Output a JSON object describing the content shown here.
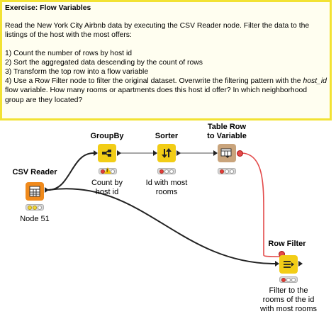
{
  "annotation": {
    "title": "Exercise: Flow Variables",
    "intro_lines": [
      "Read the New York City Airbnb data by executing the CSV Reader node. Filter the data to the listings of the host with the most offers:"
    ],
    "steps": [
      "1) Count the number of rows by host id",
      "2) Sort the aggregated data descending by the count of rows",
      "3) Transform the top row into a flow variable"
    ],
    "step4_before": "4) Use a Row Filter node to filter the original dataset. Overwrite the filtering pattern with the ",
    "step4_italic": "host_id",
    "step4_after": " flow variable. How many rooms or apartments does this host id offer? In which neighborhood group are they located?",
    "border_color": "#f2e233"
  },
  "nodes": {
    "csv_reader": {
      "title": "CSV Reader",
      "description": "Node 51",
      "icon": "table-grid-icon",
      "color": "#f08a1c",
      "status": [
        "yellow",
        "yellow",
        "white"
      ]
    },
    "groupby": {
      "title": "GroupBy",
      "description_lines": [
        "Count by",
        "host id"
      ],
      "icon": "groupby-icon",
      "color": "#f2cd16",
      "status": [
        "red",
        "white",
        "white"
      ],
      "warning": true
    },
    "sorter": {
      "title": "Sorter",
      "description_lines": [
        "Id with most",
        "rooms"
      ],
      "icon": "sort-arrows-icon",
      "color": "#f2cd16",
      "status": [
        "red",
        "white",
        "white"
      ]
    },
    "table_row_to_variable": {
      "title_lines": [
        "Table Row",
        "to Variable"
      ],
      "icon": "table-to-variable-icon",
      "color": "#c9a47c",
      "status": [
        "red",
        "white",
        "white"
      ]
    },
    "row_filter": {
      "title": "Row Filter",
      "description_lines": [
        "Filter to the",
        "rooms of the id",
        "with most rooms"
      ],
      "icon": "row-filter-icon",
      "color": "#f2cd16",
      "status": [
        "red",
        "white",
        "white"
      ]
    }
  },
  "colors": {
    "data_connection": "#222222",
    "flow_variable_connection": "#e34a4a"
  }
}
